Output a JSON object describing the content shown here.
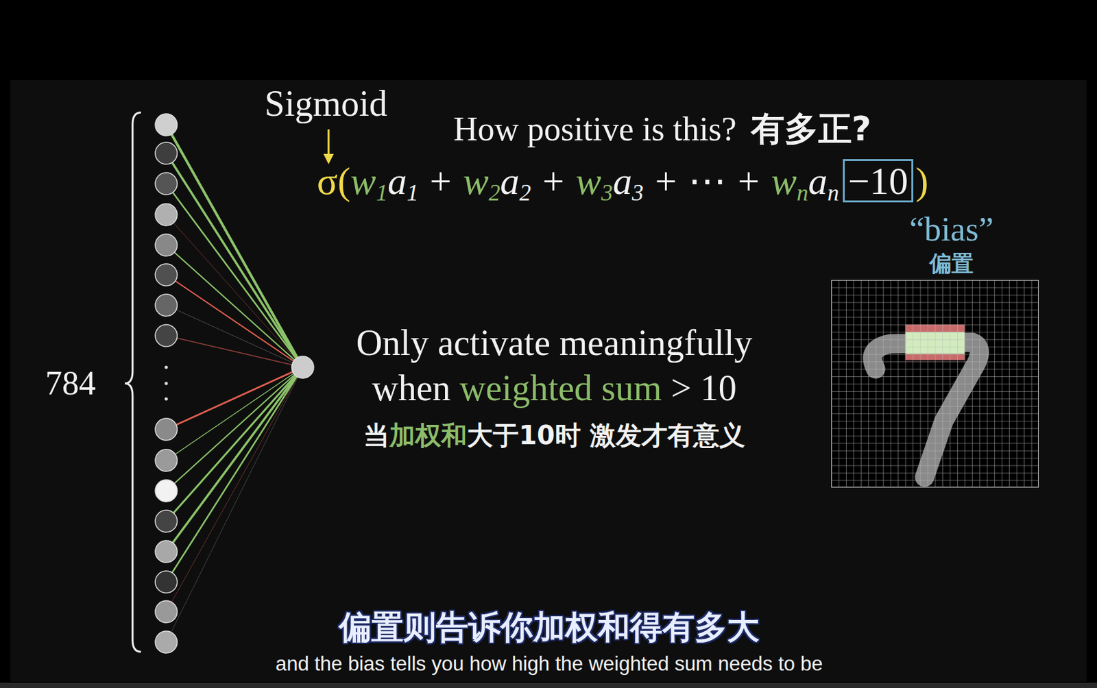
{
  "diagram": {
    "nodes": [
      {
        "text": [
          "−10"
        ]
      }
    ],
    "labels": [
      "Sigmoid",
      "How positive is this?",
      "有多正?",
      "σ",
      "(",
      "w",
      "1",
      "a",
      "1",
      "+",
      "w",
      "2",
      "a",
      "2",
      "+",
      "w",
      "3",
      "a",
      "3",
      "+",
      "⋯",
      "+",
      "w",
      "n",
      "a",
      "n",
      ")",
      "“bias”",
      "偏置",
      "Only activate meaningfully",
      "when",
      "weighted sum",
      "> 10",
      "当",
      "加权和",
      "大于10时 激发才有意义",
      "784",
      "偏置则告诉你加权和得有多大",
      "and the bias tells you how high the weighted sum needs to be"
    ]
  }
}
